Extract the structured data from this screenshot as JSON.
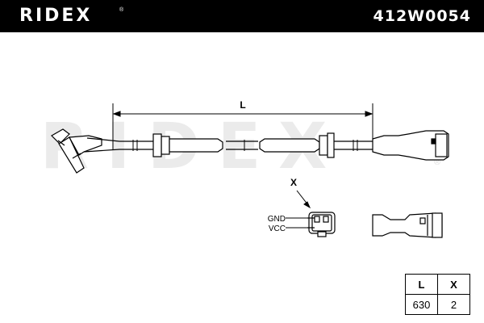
{
  "header": {
    "brand": "RIDEX",
    "registered": "®",
    "part_number": "412W0054"
  },
  "watermark": {
    "text": "RIDEX",
    "registered": "®"
  },
  "drawing": {
    "length_label": "L",
    "connector_label": "X",
    "pins": [
      "GND",
      "VCC"
    ]
  },
  "spec_table": {
    "headers": [
      "L",
      "X"
    ],
    "values": [
      "630",
      "2"
    ]
  },
  "colors": {
    "header_bg": "#000000",
    "header_text": "#ffffff",
    "line": "#000000",
    "watermark": "#e6e6e6"
  }
}
